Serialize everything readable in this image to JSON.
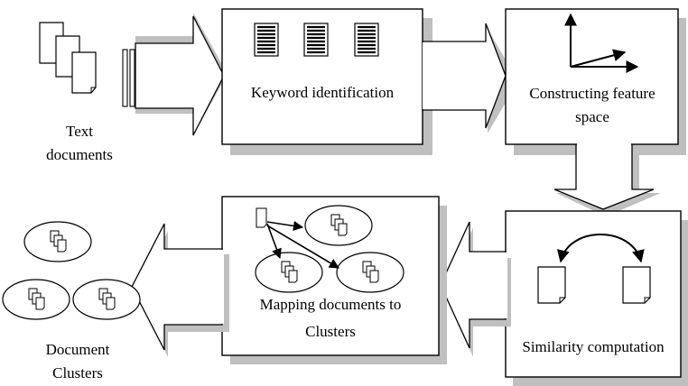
{
  "labels": {
    "text_documents": [
      "Text",
      "documents"
    ],
    "keyword_identification": "Keyword identification",
    "constructing_feature_space": [
      "Constructing feature",
      "space"
    ],
    "similarity_computation": "Similarity computation",
    "mapping_documents": [
      "Mapping documents to",
      "Clusters"
    ],
    "document_clusters": [
      "Document",
      "Clusters"
    ]
  },
  "colors": {
    "stroke": "#000000",
    "shadow": "#bfbfbf",
    "fill": "#ffffff"
  }
}
